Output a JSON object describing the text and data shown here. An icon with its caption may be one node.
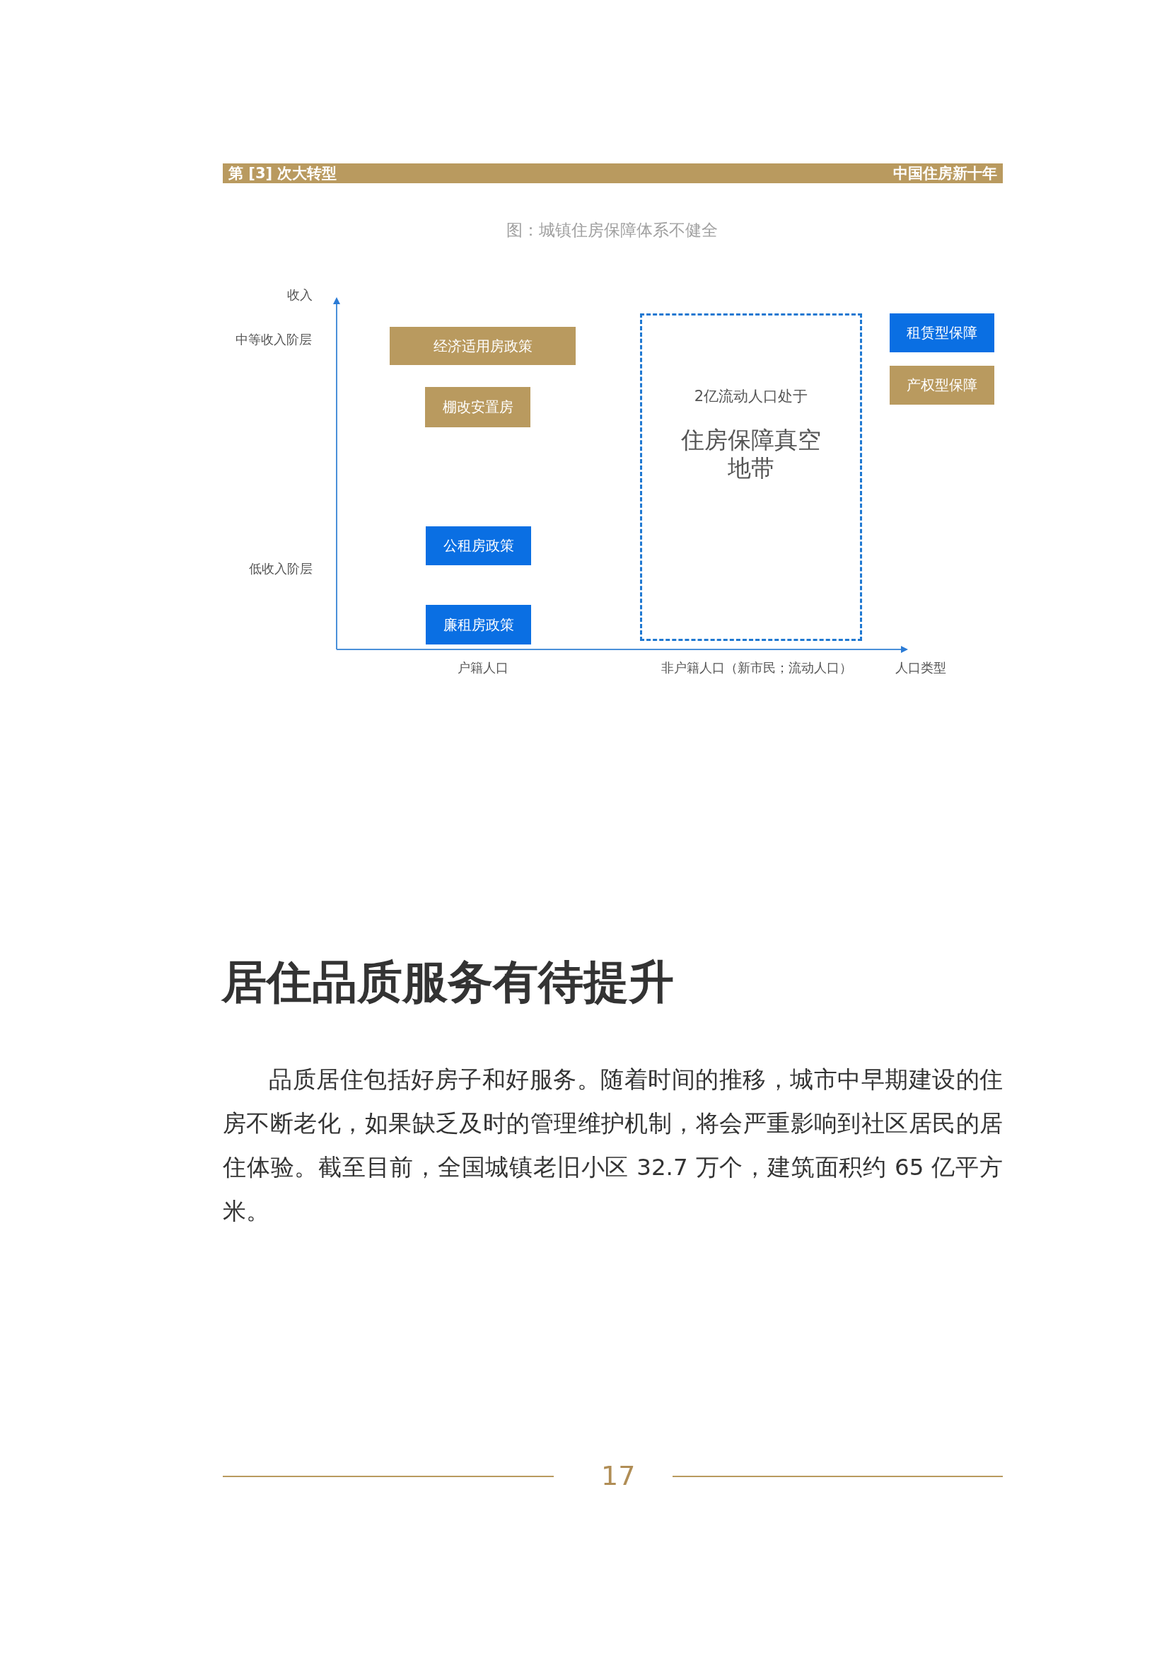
{
  "diagram": {
    "title": "图：城镇住房保障体系不健全",
    "nodes": [
      {
        "text": [
          "第 [3] 次大转型",
          "中国住房新十年"
        ]
      },
      {
        "text": [
          "经济适用房政策"
        ]
      },
      {
        "text": [
          "棚改安置房"
        ]
      },
      {
        "text": [
          "公租房政策"
        ]
      },
      {
        "text": [
          "廉租房政策"
        ]
      },
      {
        "text": [
          "2亿流动人口处于",
          "住房保障真空地带"
        ]
      },
      {
        "text": [
          "租赁型保障"
        ]
      },
      {
        "text": [
          "产权型保障"
        ]
      }
    ],
    "labels": [
      "收入",
      "中等收入阶层",
      "低收入阶层",
      "户籍人口",
      "非户籍人口（新市民；流动人口）",
      "人口类型",
      "居住品质服务有待提升",
      "品质居住包括好房子和好服务。随着时间的推移，城市中早期建设的住房不断老化，如果缺乏及时的管理维护机制，将会严重影响到社区居民的居住体验。截至目前，全国城镇老旧小区 32.7 万个，建筑面积约 65 亿平方米。",
      "17"
    ]
  }
}
